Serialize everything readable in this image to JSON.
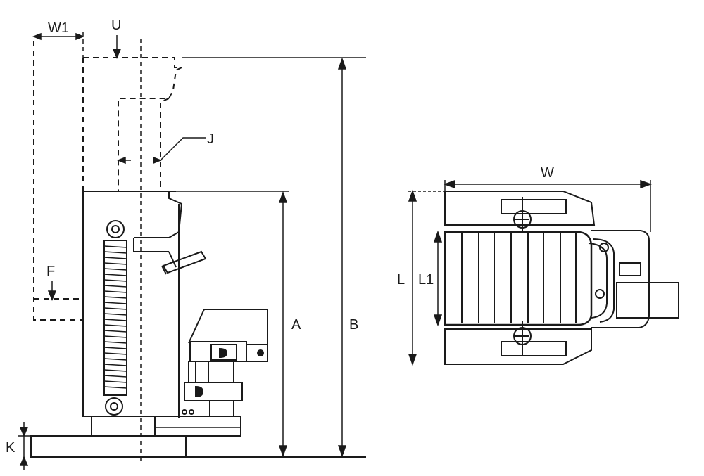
{
  "labels": {
    "w1": "W1",
    "u": "U",
    "j": "J",
    "f": "F",
    "a": "A",
    "b": "B",
    "k": "K",
    "w": "W",
    "l": "L",
    "l1": "L1"
  },
  "colors": {
    "ink": "#1a1a1a",
    "paper": "#ffffff"
  }
}
